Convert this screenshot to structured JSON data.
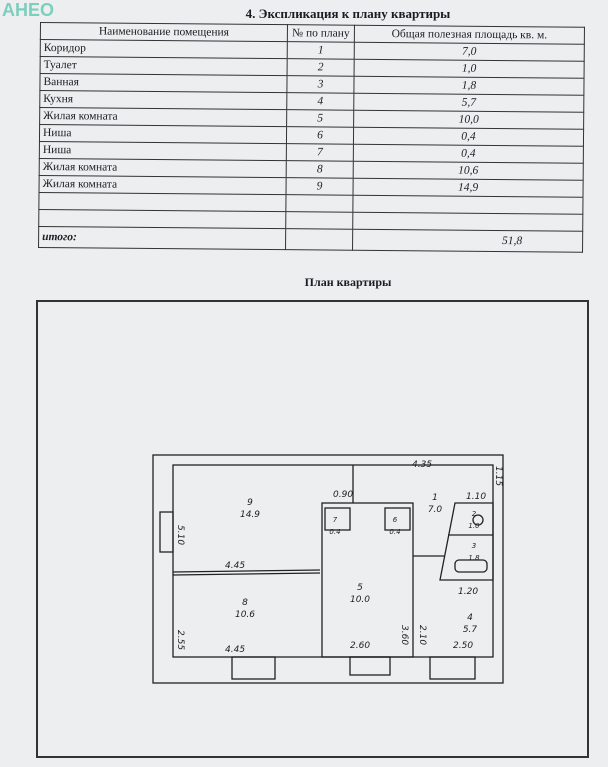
{
  "watermark": "АНЕО",
  "title": "4. Экспликация к плану квартиры",
  "table": {
    "headers": [
      "Наименование помещения",
      "№ по плану",
      "Общая полезная площадь кв. м."
    ],
    "rows": [
      {
        "name": "Коридор",
        "num": "1",
        "area": "7,0"
      },
      {
        "name": "Туалет",
        "num": "2",
        "area": "1,0"
      },
      {
        "name": "Ванная",
        "num": "3",
        "area": "1,8"
      },
      {
        "name": "Кухня",
        "num": "4",
        "area": "5,7"
      },
      {
        "name": "Жилая комната",
        "num": "5",
        "area": "10,0"
      },
      {
        "name": "Ниша",
        "num": "6",
        "area": "0,4"
      },
      {
        "name": "Ниша",
        "num": "7",
        "area": "0,4"
      },
      {
        "name": "Жилая комната",
        "num": "8",
        "area": "10,6"
      },
      {
        "name": "Жилая комната",
        "num": "9",
        "area": "14,9"
      }
    ],
    "total_label": "итого:",
    "total_area": "51,8"
  },
  "plan_title": "План квартиры",
  "plan": {
    "rooms": [
      {
        "num": "9",
        "area": "14.9"
      },
      {
        "num": "8",
        "area": "10.6"
      },
      {
        "num": "5",
        "area": "10.0"
      },
      {
        "num": "1",
        "area": "7.0"
      },
      {
        "num": "4",
        "area": "5.7"
      },
      {
        "num": "2",
        "area": "1.0"
      },
      {
        "num": "3",
        "area": "1.8"
      },
      {
        "num": "7",
        "area": "0.4"
      },
      {
        "num": "6",
        "area": "0.4"
      }
    ],
    "dimensions": [
      "4.35",
      "1.15",
      "0.90",
      "1.10",
      "5.10",
      "4.45",
      "4.45",
      "2.55",
      "2.60",
      "3.60",
      "2.10",
      "1.20",
      "2.50"
    ]
  }
}
